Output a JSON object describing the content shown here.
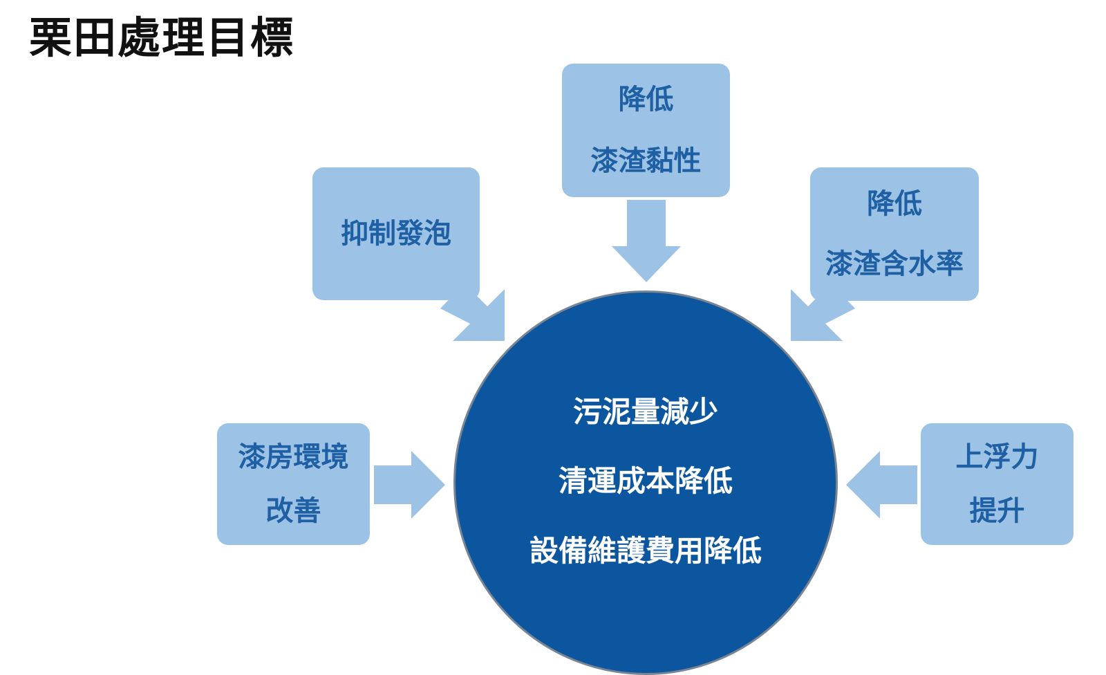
{
  "title": "栗田處理目標",
  "colors": {
    "box_fill": "#9cc2e5",
    "box_text": "#1f5fa3",
    "circle_fill": "#0b569e",
    "arrow_fill": "#9cc2e5"
  },
  "center": {
    "lines": [
      "污泥量減少",
      "清運成本降低",
      "設備維護費用降低"
    ]
  },
  "boxes": {
    "top": {
      "lines": [
        "降低",
        "漆渣黏性"
      ]
    },
    "left_top": {
      "lines": [
        "抑制發泡"
      ]
    },
    "right_top": {
      "lines": [
        "降低",
        "漆渣含水率"
      ]
    },
    "left": {
      "lines": [
        "漆房環境",
        "改善"
      ]
    },
    "right": {
      "lines": [
        "上浮力",
        "提升"
      ]
    }
  }
}
